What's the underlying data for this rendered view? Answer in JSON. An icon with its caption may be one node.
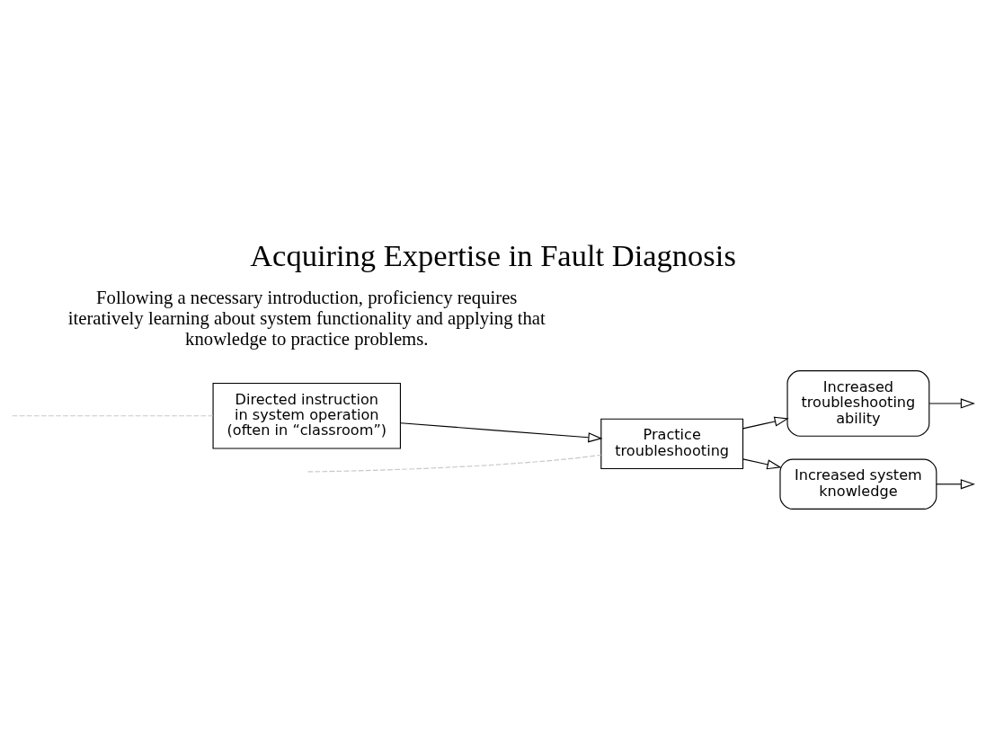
{
  "diagram": {
    "title": "Acquiring Expertise in Fault Diagnosis",
    "nodes": [
      {
        "text": [
          "Directed instruction in system operation (often in “classroom”)"
        ]
      },
      {
        "text": [
          "Practice troubleshooting"
        ]
      },
      {
        "text": [
          "Increased troubleshooting ability"
        ]
      },
      {
        "text": [
          "Increased system knowledge"
        ]
      }
    ],
    "edges": [
      {
        "from": 0,
        "to": 1,
        "arrow": "to"
      },
      {
        "from": 1,
        "to": 2,
        "arrow": "to"
      },
      {
        "from": 1,
        "to": 3,
        "arrow": "to"
      },
      {
        "from": 2,
        "to": null,
        "arrow": "to"
      },
      {
        "from": 3,
        "to": null,
        "arrow": "to"
      },
      {
        "from": null,
        "to": 0,
        "arrow": "none",
        "style": "dashed",
        "color": "#c8c8c8"
      },
      {
        "from": null,
        "to": 1,
        "arrow": "none",
        "style": "dashed",
        "color": "#c8c8c8"
      }
    ],
    "labels": [
      "Following a necessary introduction, proficiency requires iteratively learning about system functionality and applying that knowledge to practice problems."
    ]
  }
}
